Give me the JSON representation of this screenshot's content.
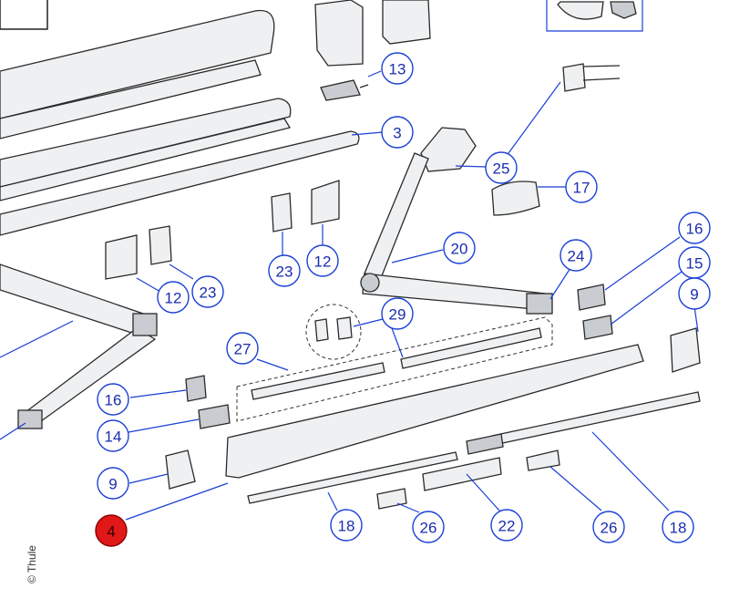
{
  "callouts": [
    {
      "id": "c13",
      "label": "13"
    },
    {
      "id": "c3",
      "label": "3"
    },
    {
      "id": "c25",
      "label": "25"
    },
    {
      "id": "c17",
      "label": "17"
    },
    {
      "id": "c20",
      "label": "20"
    },
    {
      "id": "c24",
      "label": "24"
    },
    {
      "id": "c16a",
      "label": "16"
    },
    {
      "id": "c15",
      "label": "15"
    },
    {
      "id": "c9a",
      "label": "9"
    },
    {
      "id": "c23a",
      "label": "23"
    },
    {
      "id": "c12a",
      "label": "12"
    },
    {
      "id": "c12b",
      "label": "12"
    },
    {
      "id": "c23b",
      "label": "23"
    },
    {
      "id": "c29",
      "label": "29"
    },
    {
      "id": "c27",
      "label": "27"
    },
    {
      "id": "c16b",
      "label": "16"
    },
    {
      "id": "c14",
      "label": "14"
    },
    {
      "id": "c9b",
      "label": "9"
    },
    {
      "id": "c4",
      "label": "4",
      "highlight": true
    },
    {
      "id": "c18a",
      "label": "18"
    },
    {
      "id": "c26a",
      "label": "26"
    },
    {
      "id": "c22",
      "label": "22"
    },
    {
      "id": "c26b",
      "label": "26"
    },
    {
      "id": "c18b",
      "label": "18"
    }
  ],
  "copyright": "© Thule",
  "colors": {
    "leader": "#1a3fd6",
    "highlight": "#e01818",
    "callout_text": "#1a2db0"
  }
}
